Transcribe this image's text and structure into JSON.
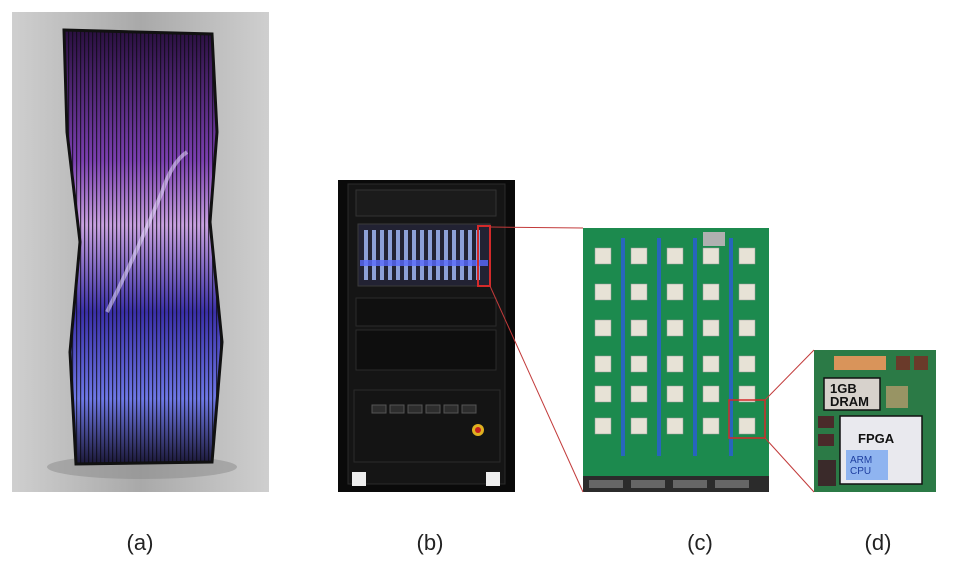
{
  "captions": {
    "a": "(a)",
    "b": "(b)",
    "c": "(c)",
    "d": "(d)"
  },
  "closeup": {
    "dram_line1": "1GB",
    "dram_line2": "DRAM",
    "fpga": "FPGA",
    "cpu_line1": "ARM",
    "cpu_line2": "CPU"
  },
  "colors": {
    "highlight": "#d42a2a",
    "board_green": "#1c8a4e",
    "led_blue": "#5a6bff"
  }
}
